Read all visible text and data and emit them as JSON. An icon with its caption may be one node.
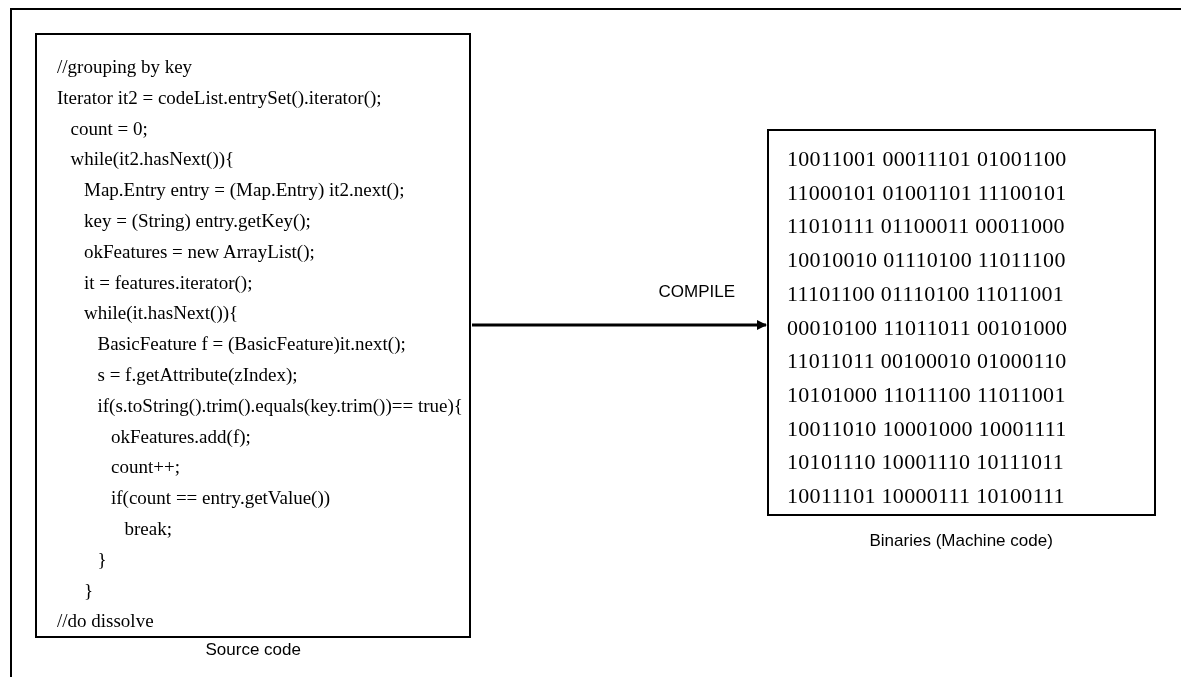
{
  "diagram": {
    "nodes": [
      {
        "text": [
          "//grouping by key",
          "Iterator it2 = codeList.entrySet().iterator();",
          "count = 0;",
          "while(it2.hasNext()){",
          "Map.Entry entry = (Map.Entry) it2.next();",
          "key = (String) entry.getKey();",
          "okFeatures = new ArrayList();",
          "it = features.iterator();",
          "while(it.hasNext()){",
          "BasicFeature f = (BasicFeature)it.next();",
          "s = f.getAttribute(zIndex);",
          "if(s.toString().trim().equals(key.trim())== true){",
          "okFeatures.add(f);",
          "count++;",
          "if(count == entry.getValue())",
          "break;",
          "}",
          "}",
          "//do dissolve"
        ],
        "beside": [
          "Source code"
        ]
      },
      {
        "text": [
          "10011001 00011101 01001100",
          "11000101 01001101 11100101",
          "11010111 01100011 00011000",
          "10010010 01110100 11011100",
          "11101100 01110100 11011001",
          "00010100 11011011 00101000",
          "11011011 00100010 01000110",
          "10101000 11011100 11011001",
          "10011010 10001000 10001111",
          "10101110 10001110 10111011",
          "10011101 10000111 10100111"
        ],
        "beside": [
          "Binaries (Machine code)"
        ]
      }
    ],
    "edges": [
      {
        "from": 0,
        "to": 1,
        "arrow": "to",
        "label": "COMPILE"
      }
    ]
  }
}
